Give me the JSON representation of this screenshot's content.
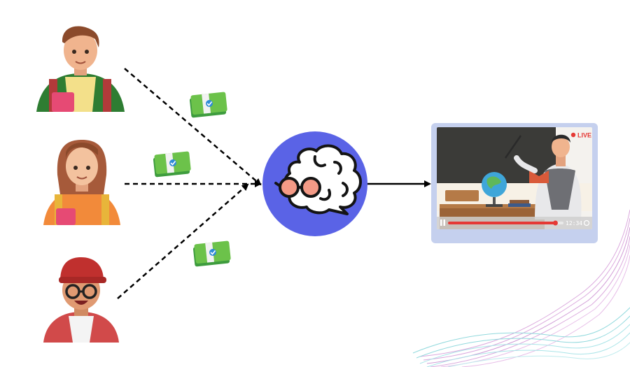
{
  "diagram": {
    "nodes": [
      {
        "id": "student-1",
        "kind": "student",
        "icon": "student-boy-backpack-icon"
      },
      {
        "id": "student-2",
        "kind": "student",
        "icon": "student-girl-backpack-icon"
      },
      {
        "id": "student-3",
        "kind": "student",
        "icon": "student-boy-cap-glasses-icon"
      },
      {
        "id": "ai-tutor",
        "kind": "hub",
        "icon": "brain-glasses-icon",
        "color": "#5A63E6"
      },
      {
        "id": "live-class",
        "kind": "video",
        "icon": "teacher-classroom-video-icon"
      }
    ],
    "edges": [
      {
        "from": "student-1",
        "to": "ai-tutor",
        "style": "dashed",
        "payment_icon": "money-stack-icon"
      },
      {
        "from": "student-2",
        "to": "ai-tutor",
        "style": "dashed",
        "payment_icon": "money-stack-icon"
      },
      {
        "from": "student-3",
        "to": "ai-tutor",
        "style": "dashed",
        "payment_icon": "money-stack-icon"
      },
      {
        "from": "ai-tutor",
        "to": "live-class",
        "style": "solid"
      }
    ]
  },
  "video": {
    "live_label": "LIVE",
    "time": "12:34",
    "progress": 0.93,
    "live_color": "#E53935",
    "bar_color": "#E53935"
  },
  "colors": {
    "hub": "#5A63E6",
    "money": "#4CAF50",
    "frame": "#C5D0EE",
    "wave_pink": "#D59BD8",
    "wave_teal": "#7FD3D8"
  }
}
